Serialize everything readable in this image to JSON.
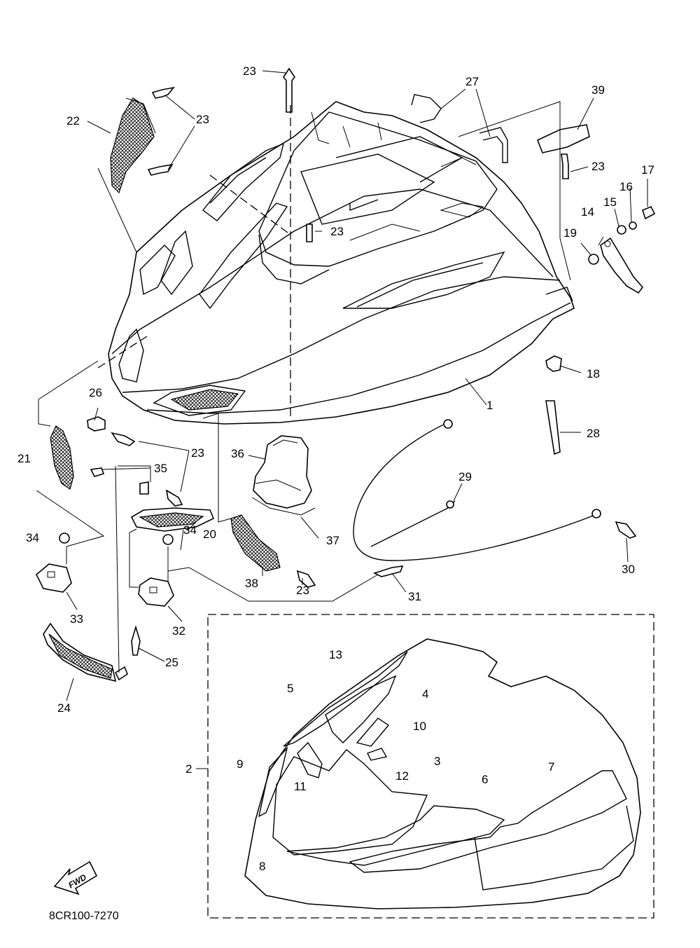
{
  "drawing_code": "8CR100-7270",
  "fwd_label": "FWD",
  "callouts": [
    "1",
    "2",
    "3",
    "4",
    "5",
    "6",
    "7",
    "8",
    "9",
    "10",
    "11",
    "12",
    "13",
    "14",
    "15",
    "16",
    "17",
    "18",
    "19",
    "20",
    "21",
    "22",
    "23",
    "24",
    "25",
    "26",
    "27",
    "28",
    "29",
    "30",
    "31",
    "32",
    "33",
    "34",
    "35",
    "36",
    "37",
    "38",
    "39"
  ]
}
